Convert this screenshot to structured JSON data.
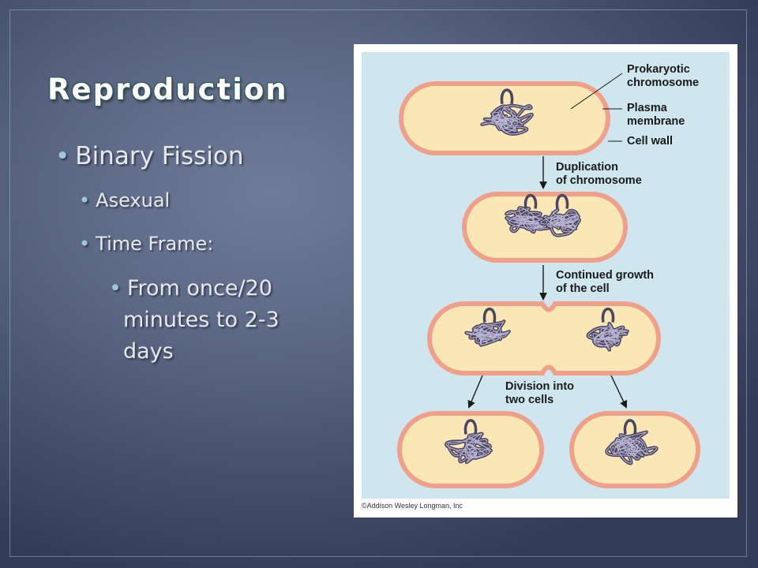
{
  "slide": {
    "title": "Reproduction",
    "bullets": {
      "binary_fission": "Binary Fission",
      "asexual": "Asexual",
      "time_frame": "Time Frame:",
      "from_line1": "From once/20",
      "from_line2": "minutes to 2-3",
      "from_line3": "days"
    }
  },
  "figure": {
    "labels": {
      "prokaryotic_1": "Prokaryotic",
      "prokaryotic_2": "chromosome",
      "plasma_1": "Plasma",
      "plasma_2": "membrane",
      "cell_wall": "Cell wall",
      "dup_1": "Duplication",
      "dup_2": "of chromosome",
      "cont_1": "Continued growth",
      "cont_2": "of the cell",
      "div_1": "Division into",
      "div_2": "two cells"
    },
    "credit": "©Addison Wesley Longman, Inc"
  },
  "colors": {
    "cell_fill": "#fbe7b6",
    "cell_membrane": "#f0a08a",
    "chromosome": "#4a4560",
    "panel": "#cfe6ef"
  }
}
